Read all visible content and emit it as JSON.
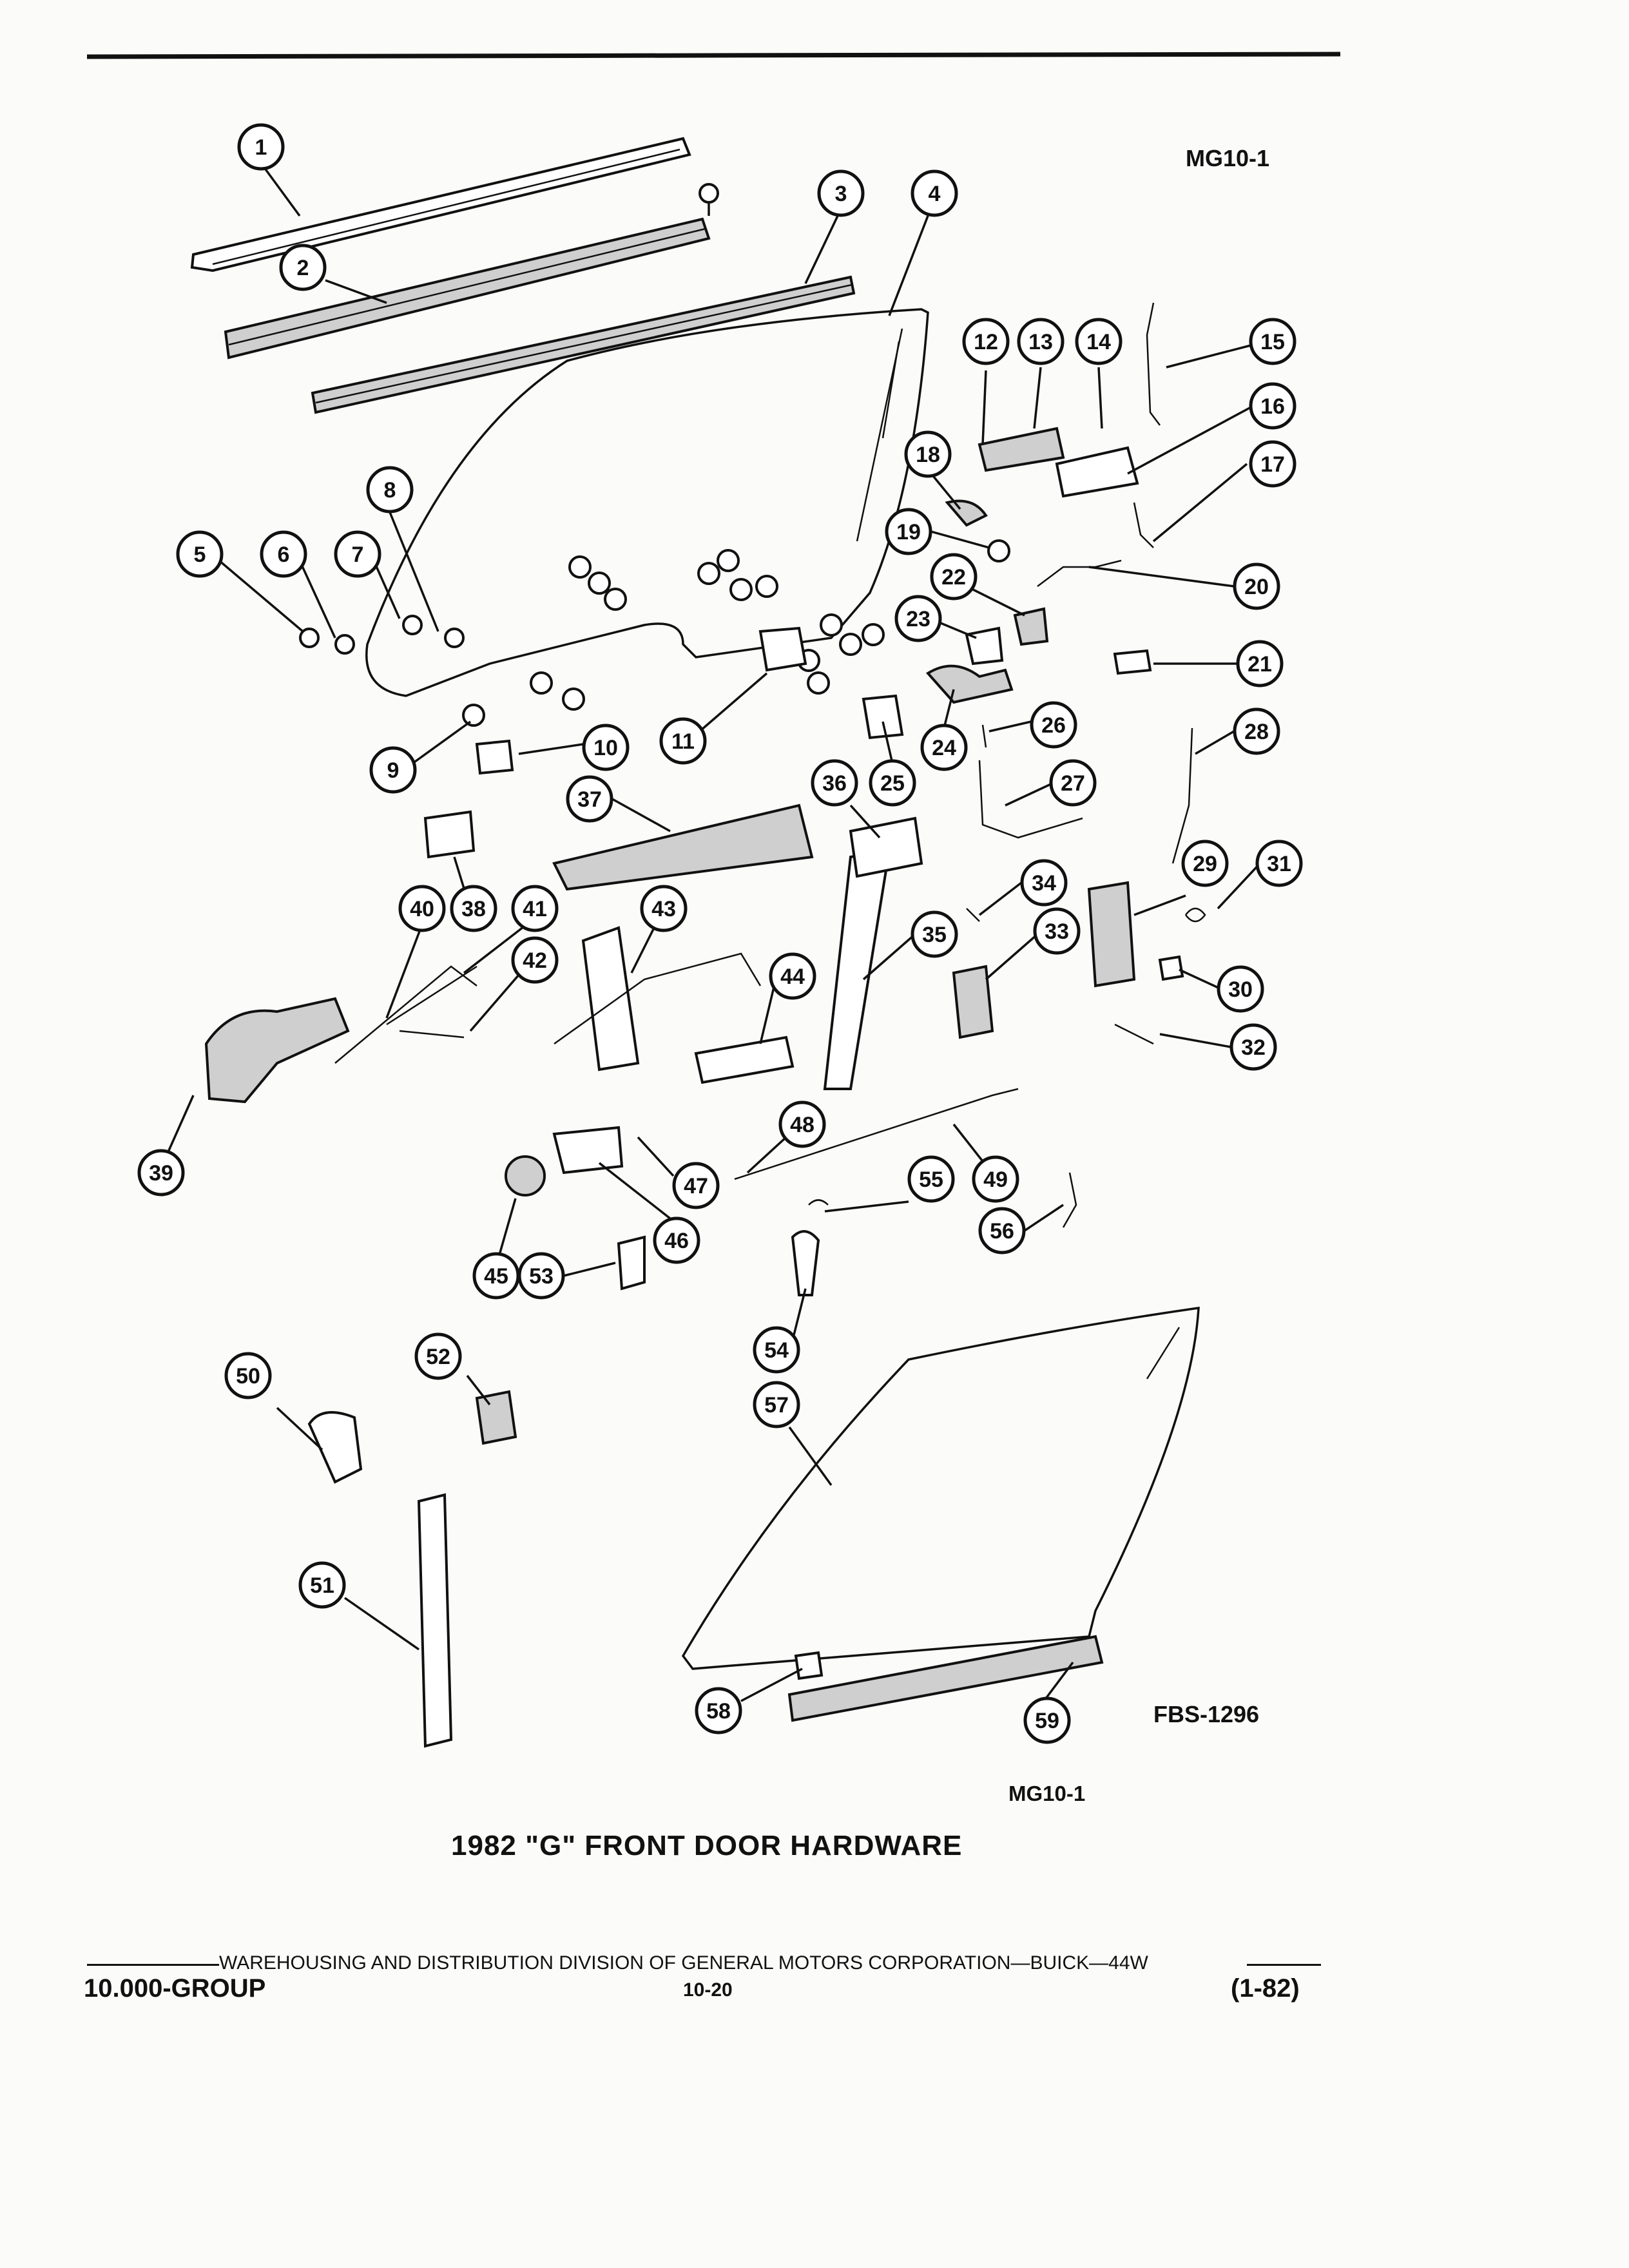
{
  "header": {
    "ref_top": "MG10-1"
  },
  "figure": {
    "ref_code": "FBS-1296",
    "ref_bottom": "MG10-1",
    "caption": "1982 \"G\" FRONT DOOR HARDWARE"
  },
  "footer": {
    "publisher": "WAREHOUSING AND DISTRIBUTION  DIVISION OF GENERAL MOTORS CORPORATION—BUICK—44W",
    "group": "10.000-GROUP",
    "page": "10-20",
    "date": "(1-82)"
  },
  "callouts": [
    "1",
    "2",
    "3",
    "4",
    "5",
    "6",
    "7",
    "8",
    "9",
    "10",
    "11",
    "12",
    "13",
    "14",
    "15",
    "16",
    "17",
    "18",
    "19",
    "20",
    "21",
    "22",
    "23",
    "24",
    "25",
    "26",
    "27",
    "28",
    "29",
    "30",
    "31",
    "32",
    "33",
    "34",
    "35",
    "36",
    "37",
    "38",
    "39",
    "40",
    "41",
    "42",
    "43",
    "44",
    "45",
    "46",
    "47",
    "48",
    "49",
    "50",
    "51",
    "52",
    "53",
    "54",
    "55",
    "56",
    "57",
    "58",
    "59"
  ]
}
